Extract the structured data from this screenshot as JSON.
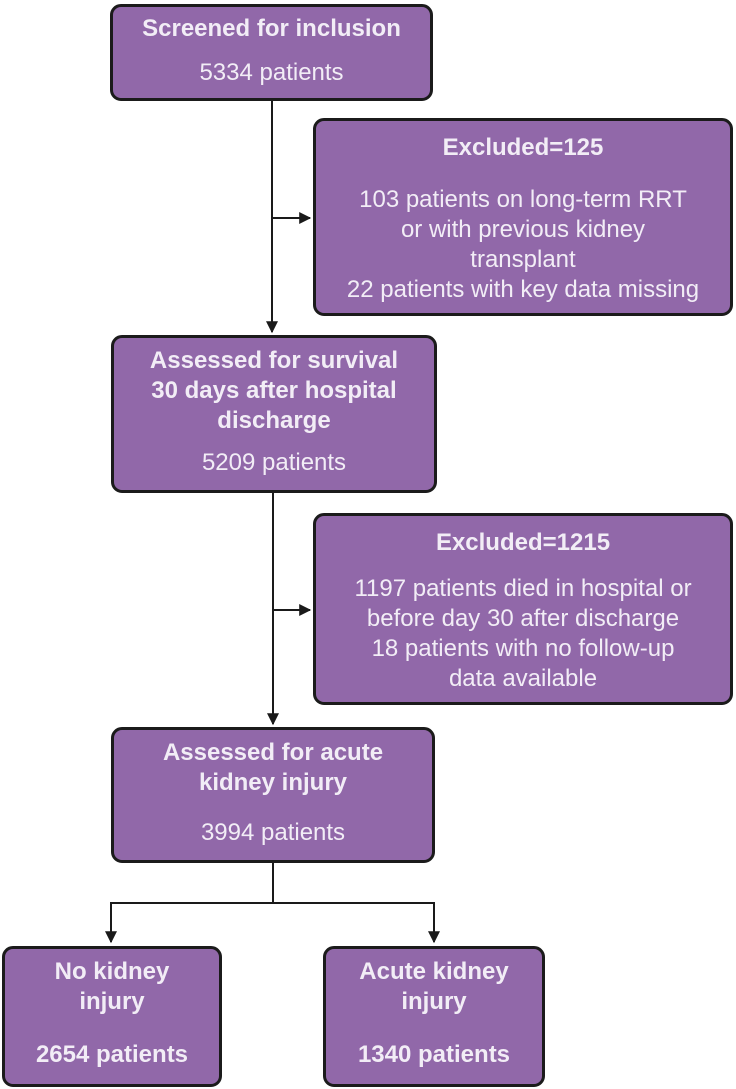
{
  "diagram": {
    "type": "patient-flowchart",
    "colors": {
      "node_fill": "#9168a9",
      "node_border": "#1b1b1b",
      "node_text": "#f2edf6",
      "connector": "#1a1a1a",
      "background": "#ffffff"
    },
    "nodes": {
      "screened": {
        "title": "Screened for inclusion",
        "count": "5334 patients"
      },
      "excluded1": {
        "title": "Excluded=125",
        "body": "103 patients on long-term RRT\nor with previous kidney\ntransplant\n22 patients with key data missing"
      },
      "survival": {
        "title": "Assessed for survival\n30 days after hospital\ndischarge",
        "count": "5209 patients"
      },
      "excluded2": {
        "title": "Excluded=1215",
        "body": "1197 patients died in hospital or\nbefore day 30 after discharge\n18 patients with no follow-up\ndata available"
      },
      "aki_assessed": {
        "title": "Assessed for acute\nkidney injury",
        "count": "3994 patients"
      },
      "no_aki": {
        "title": "No kidney\ninjury",
        "count": "2654 patients"
      },
      "aki": {
        "title": "Acute kidney\ninjury",
        "count": "1340 patients"
      }
    }
  }
}
